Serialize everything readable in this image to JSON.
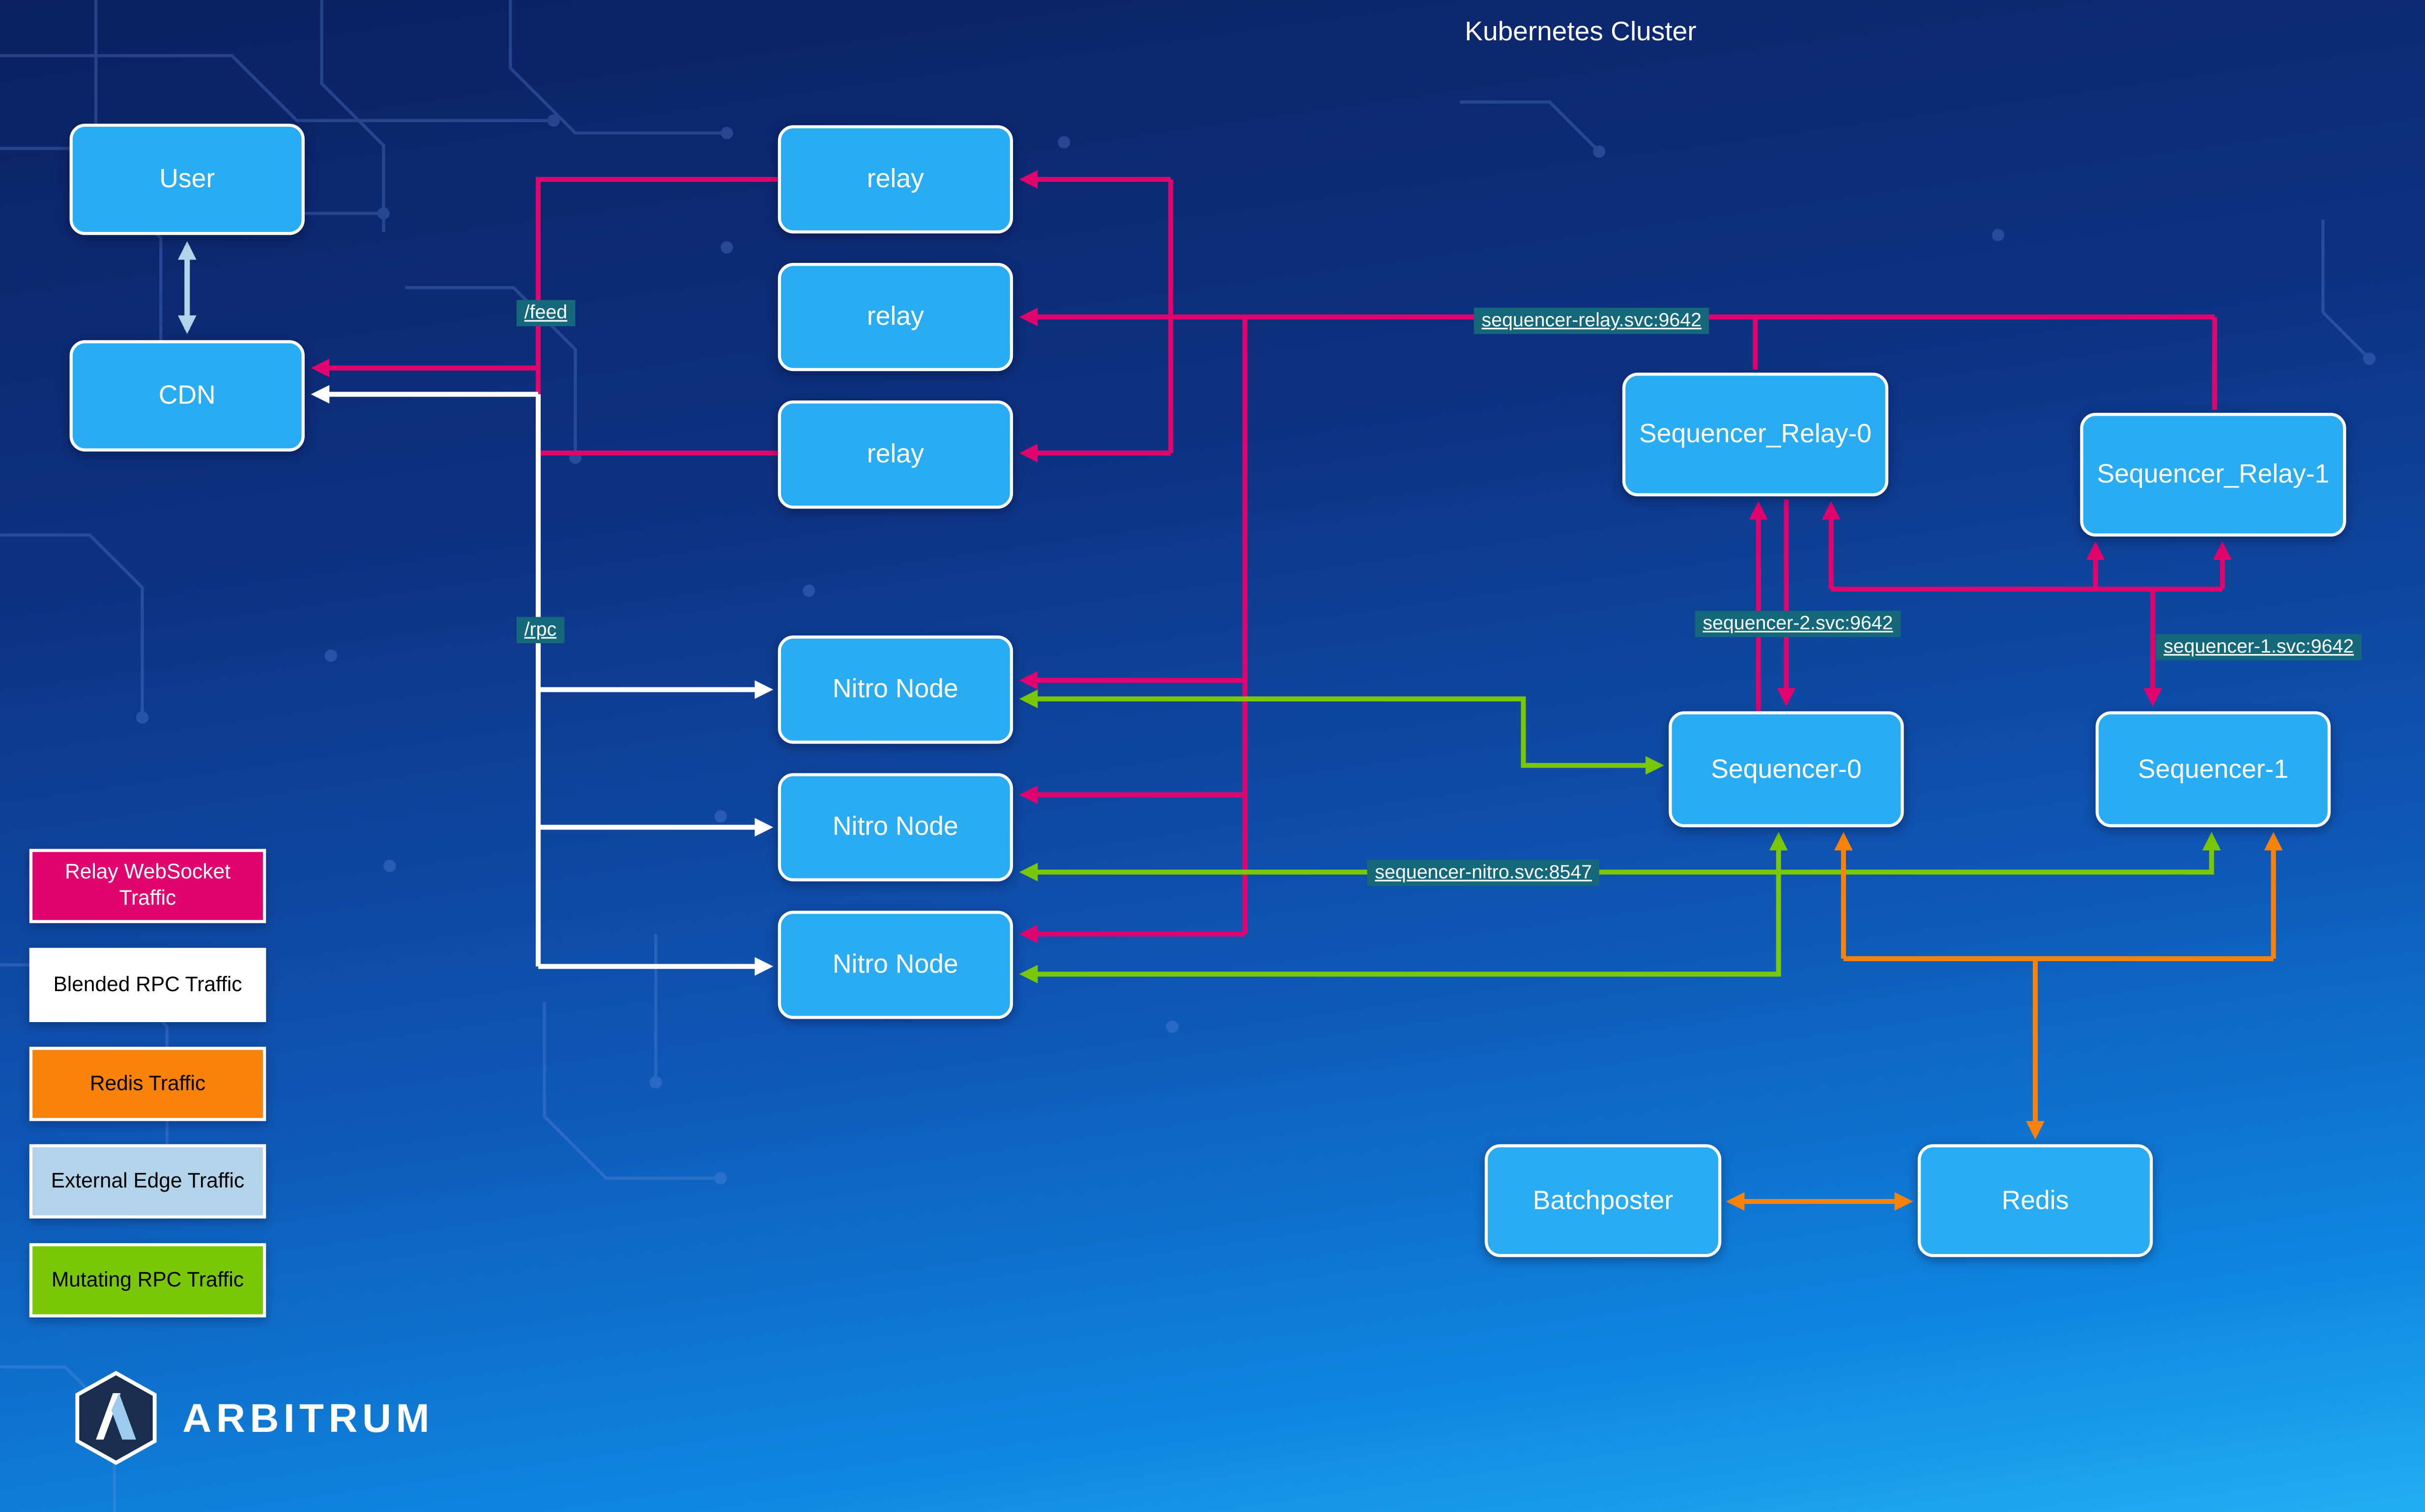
{
  "title": "Kubernetes Cluster",
  "nodes": {
    "user": "User",
    "cdn": "CDN",
    "relays": [
      "relay",
      "relay",
      "relay"
    ],
    "nitro_nodes": [
      "Nitro Node",
      "Nitro Node",
      "Nitro Node"
    ],
    "sequencer_relay_0": "Sequencer_Relay-0",
    "sequencer_relay_1": "Sequencer_Relay-1",
    "sequencer_0": "Sequencer-0",
    "sequencer_1": "Sequencer-1",
    "batchposter": "Batchposter",
    "redis": "Redis"
  },
  "edge_labels": {
    "feed": "/feed",
    "rpc": "/rpc",
    "sequencer_relay_svc": "sequencer-relay.svc:9642",
    "sequencer_2_svc": "sequencer-2.svc:9642",
    "sequencer_1_svc": "sequencer-1.svc:9642",
    "sequencer_nitro_svc": "sequencer-nitro.svc:8547"
  },
  "legend": {
    "items": [
      {
        "label": "Relay WebSocket Traffic",
        "color": "#e2046e",
        "text_color": "#ffffff"
      },
      {
        "label": "Blended RPC Traffic",
        "color": "#ffffff",
        "text_color": "#000000"
      },
      {
        "label": "Redis Traffic",
        "color": "#f9830a",
        "text_color": "#000000"
      },
      {
        "label": "External Edge Traffic",
        "color": "#b3d3ea",
        "text_color": "#000000"
      },
      {
        "label": "Mutating RPC Traffic",
        "color": "#79c706",
        "text_color": "#000000"
      }
    ]
  },
  "logo": {
    "wordmark": "ARBITRUM"
  },
  "colors": {
    "node_fill": "#29acf2",
    "label_bg": "#15687a",
    "relay_websocket": "#e2046e",
    "blended_rpc": "#ffffff",
    "redis_traffic": "#f9830a",
    "external_edge": "#b3d3ea",
    "mutating_rpc": "#79c706"
  }
}
